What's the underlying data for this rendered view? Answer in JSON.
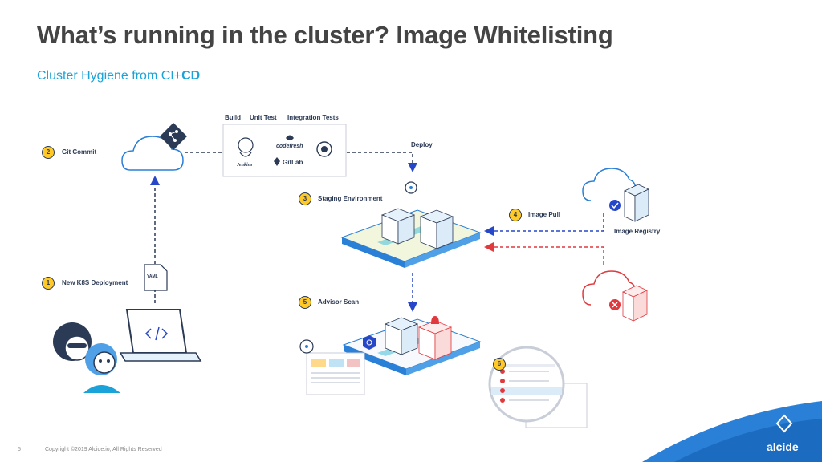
{
  "slide": {
    "title": "What’s running in the cluster? Image Whitelisting",
    "subtitle_prefix": "Cluster Hygiene from CI+",
    "subtitle_bold": "CD",
    "page_number": "5",
    "copyright": "Copyright ©2019 Alcide.io, All Rights Reserved",
    "brand": "alcide"
  },
  "pipeline": {
    "stages": [
      "Build",
      "Unit Test",
      "Integration Tests"
    ],
    "tools": [
      "Jenkins",
      "codefresh",
      "GitLab"
    ]
  },
  "steps": [
    {
      "num": "1",
      "label": "New K8S Deployment"
    },
    {
      "num": "2",
      "label": "Git Commit"
    },
    {
      "num": "3",
      "label": "Staging Environment"
    },
    {
      "num": "4",
      "label": "Image Pull"
    },
    {
      "num": "5",
      "label": "Advisor Scan"
    },
    {
      "num": "6",
      "label": ""
    }
  ],
  "labels": {
    "deploy": "Deploy",
    "image_registry": "Image Registry",
    "yaml": "YAML"
  },
  "colors": {
    "navy": "#2b3a55",
    "accent_blue": "#1aa3d9",
    "arrow_blue": "#2747c9",
    "arrow_red": "#e0393e",
    "step_yellow": "#ffc928"
  }
}
